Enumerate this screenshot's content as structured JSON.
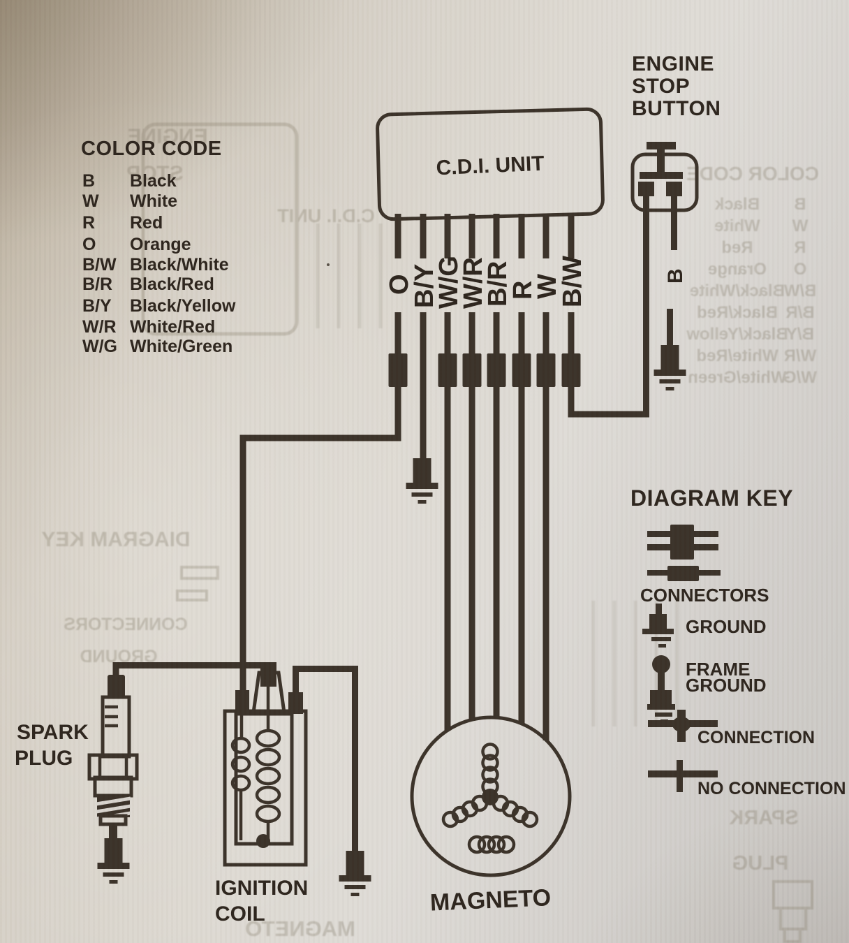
{
  "colors": {
    "ink": "#3a3128",
    "paper": "#d9d4cb"
  },
  "color_code": {
    "title": "COLOR CODE",
    "entries": [
      {
        "code": "B",
        "name": "Black"
      },
      {
        "code": "W",
        "name": "White"
      },
      {
        "code": "R",
        "name": "Red"
      },
      {
        "code": "O",
        "name": "Orange"
      },
      {
        "code": "B/W",
        "name": "Black/White"
      },
      {
        "code": "B/R",
        "name": "Black/Red"
      },
      {
        "code": "B/Y",
        "name": "Black/Yellow"
      },
      {
        "code": "W/R",
        "name": "White/Red"
      },
      {
        "code": "W/G",
        "name": "White/Green"
      }
    ]
  },
  "cdi_unit": {
    "label": "C.D.I. UNIT"
  },
  "engine_stop_button": {
    "lines": [
      "ENGINE",
      "STOP",
      "BUTTON"
    ],
    "wire_label": "B"
  },
  "cdi_wires": [
    {
      "label": "O"
    },
    {
      "label": "B/Y"
    },
    {
      "label": "W/G"
    },
    {
      "label": "W/R"
    },
    {
      "label": "B/R"
    },
    {
      "label": "R"
    },
    {
      "label": "W"
    },
    {
      "label": "B/W"
    }
  ],
  "diagram_key": {
    "title": "DIAGRAM KEY",
    "connectors": "CONNECTORS",
    "ground": "GROUND",
    "frame_ground": [
      "FRAME",
      "GROUND"
    ],
    "connection": "CONNECTION",
    "no_connection": "NO CONNECTION"
  },
  "spark_plug": {
    "lines": [
      "SPARK",
      "PLUG"
    ]
  },
  "ignition_coil": {
    "lines": [
      "IGNITION",
      "COIL"
    ]
  },
  "magneto": {
    "label": "MAGNETO"
  }
}
